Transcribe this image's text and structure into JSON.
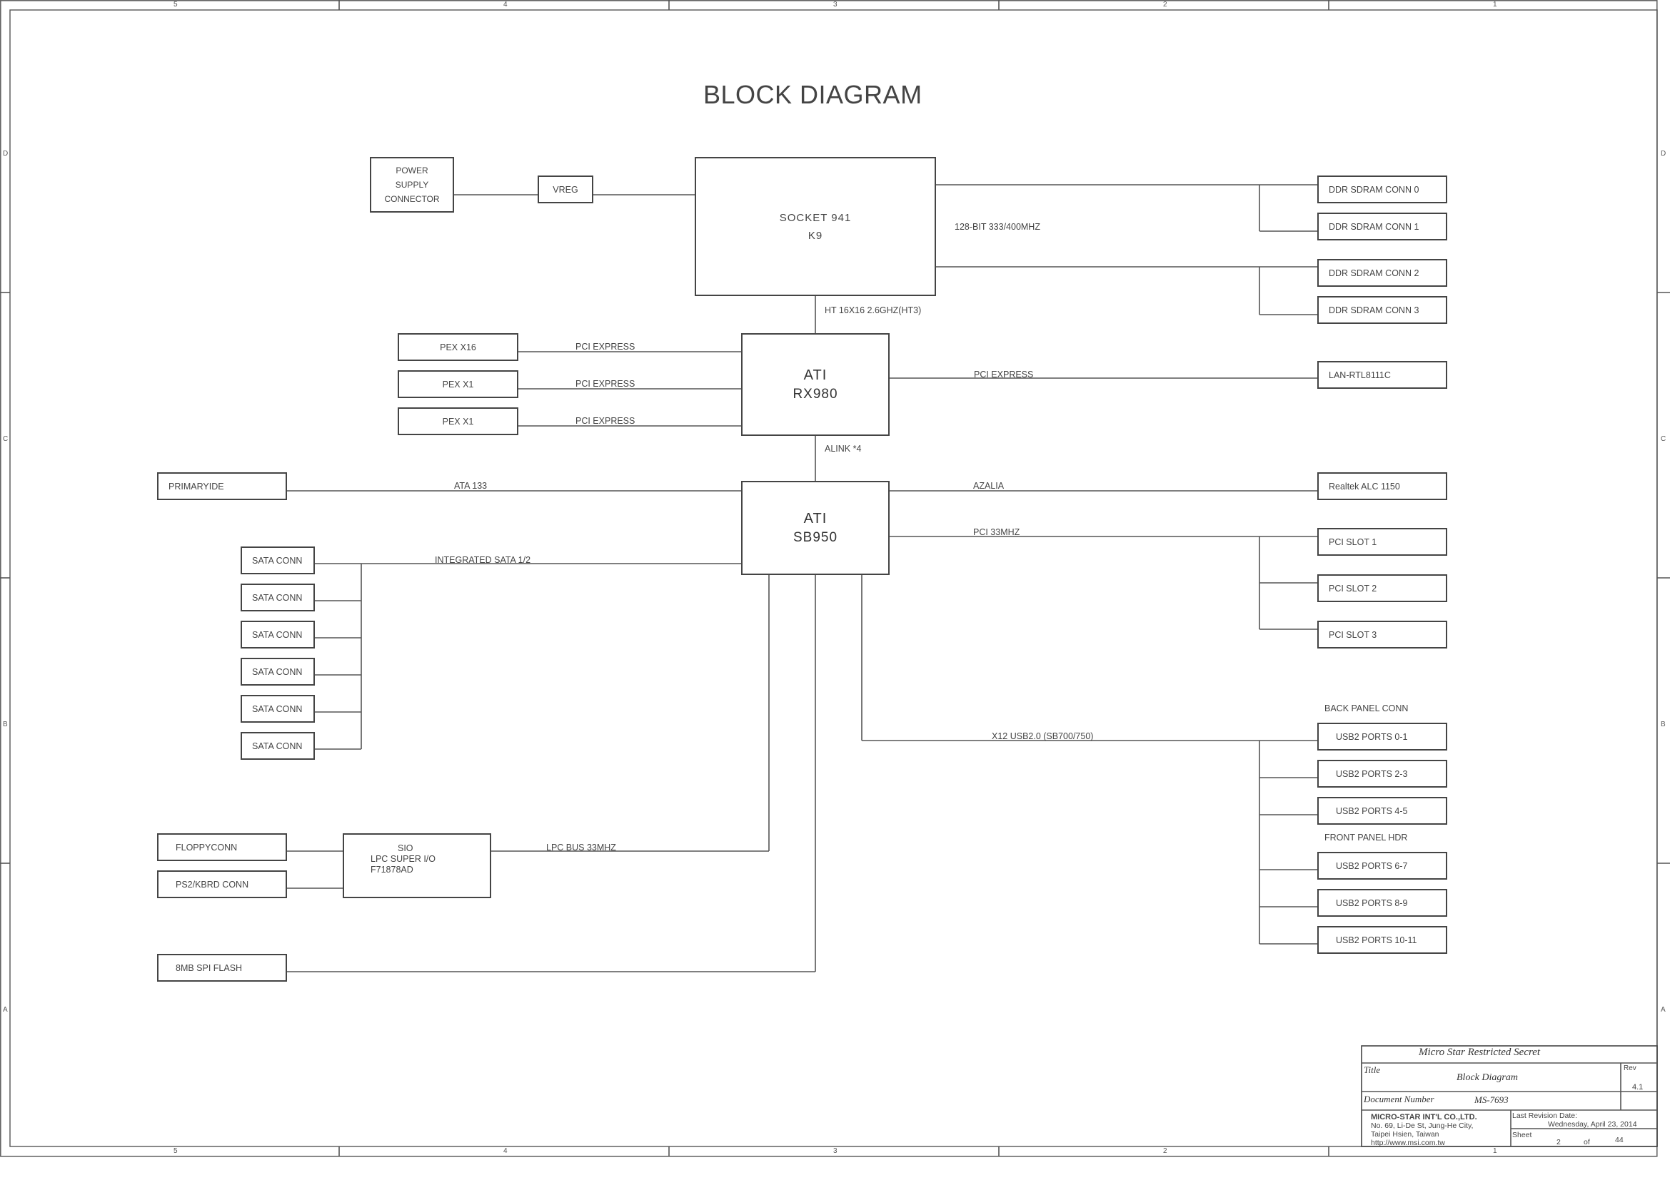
{
  "title": "BLOCK DIAGRAM",
  "frame": {
    "columns": [
      "5",
      "4",
      "3",
      "2",
      "1"
    ],
    "rows": [
      "D",
      "C",
      "B",
      "A"
    ]
  },
  "blocks": {
    "power_supply": [
      "POWER",
      "SUPPLY",
      "CONNECTOR"
    ],
    "vreg": "VREG",
    "cpu": {
      "line1": "SOCKET 941",
      "line2": "K9"
    },
    "ddr0": "DDR SDRAM CONN 0",
    "ddr1": "DDR SDRAM CONN 1",
    "ddr2": "DDR SDRAM CONN 2",
    "ddr3": "DDR SDRAM CONN 3",
    "pex_x16": "PEX X16",
    "pex_x1a": "PEX X1",
    "pex_x1b": "PEX X1",
    "northbridge": {
      "line1": "ATI",
      "line2": "RX980"
    },
    "lan": "LAN-RTL8111C",
    "primary_ide": "PRIMARYIDE",
    "southbridge": {
      "line1": "ATI",
      "line2": "SB950"
    },
    "realtek": "Realtek ALC 1150",
    "pci_slot1": "PCI SLOT 1",
    "pci_slot2": "PCI SLOT 2",
    "pci_slot3": "PCI SLOT 3",
    "sata": [
      "SATA CONN",
      "SATA CONN",
      "SATA CONN",
      "SATA CONN",
      "SATA CONN",
      "SATA CONN"
    ],
    "usb_back": [
      "USB2 PORTS 0-1",
      "USB2 PORTS 2-3",
      "USB2 PORTS 4-5"
    ],
    "usb_front": [
      "USB2 PORTS 6-7",
      "USB2 PORTS 8-9",
      "USB2 PORTS 10-11"
    ],
    "floppy": "FLOPPYCONN",
    "ps2": "PS2/KBRD CONN",
    "sio": [
      "SIO",
      "LPC SUPER I/O",
      "F71878AD"
    ],
    "spi_flash": "8MB SPI FLASH"
  },
  "labels": {
    "mem_bus": "128-BIT 333/400MHZ",
    "ht": "HT 16X16 2.6GHZ(HT3)",
    "pcie1": "PCI EXPRESS",
    "pcie2": "PCI EXPRESS",
    "pcie3": "PCI EXPRESS",
    "pcie_lan": "PCI EXPRESS",
    "alink": "ALINK *4",
    "ata": "ATA 133",
    "azalia": "AZALIA",
    "pci": "PCI 33MHZ",
    "sata_bus": "INTEGRATED SATA 1/2",
    "back_panel": "BACK PANEL CONN",
    "usb_bus": "X12 USB2.0 (SB700/750)",
    "front_panel": "FRONT PANEL HDR",
    "lpc": "LPC BUS 33MHZ"
  },
  "title_block": {
    "secret": "Micro Star Restricted Secret",
    "title_label": "Title",
    "title_value": "Block Diagram",
    "rev_label": "Rev",
    "rev_value": "4.1",
    "doc_label": "Document Number",
    "doc_value": "MS-7693",
    "company": "MICRO-STAR INT'L CO.,LTD.",
    "addr1": "No. 69, Li-De St, Jung-He City,",
    "addr2": "Taipei Hsien, Taiwan",
    "addr3": "http://www.msi.com.tw",
    "last_rev_label": "Last Revision Date:",
    "last_rev_value": "Wednesday, April 23, 2014",
    "sheet_label": "Sheet",
    "sheet_num": "2",
    "of_label": "of",
    "sheet_total": "44"
  }
}
